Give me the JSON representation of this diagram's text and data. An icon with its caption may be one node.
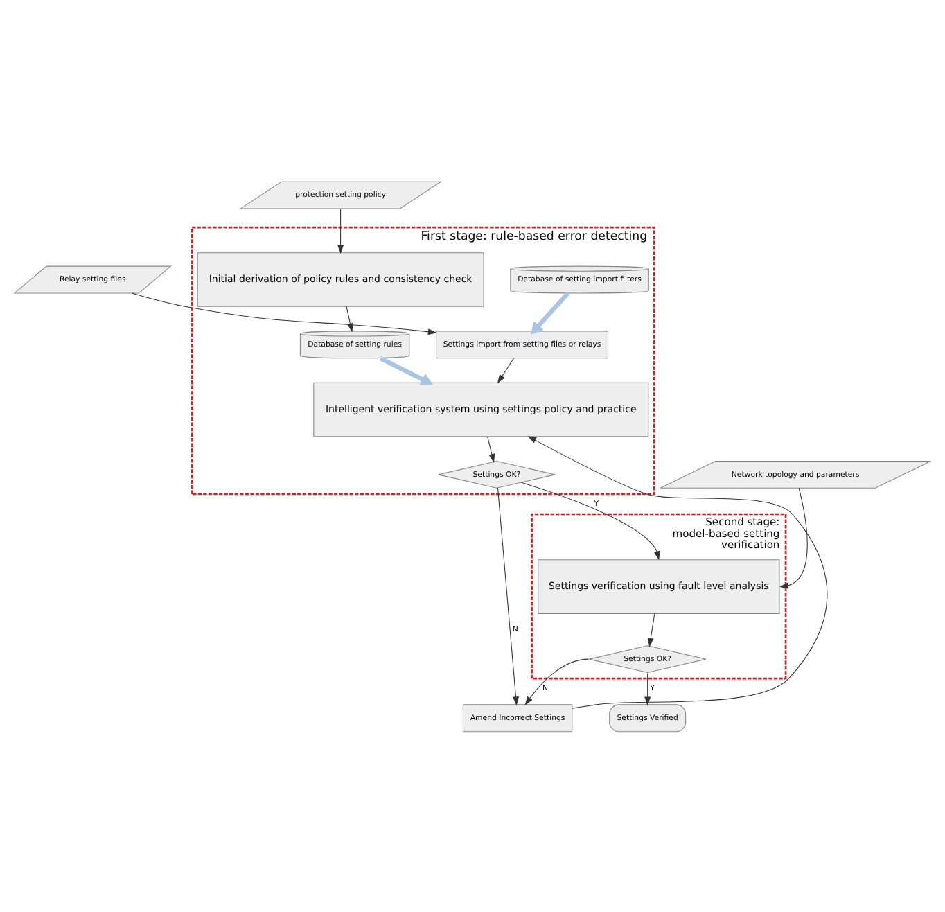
{
  "diagram": {
    "nodes": [
      {
        "text": [
          "Relay setting files"
        ]
      },
      {
        "text": [
          "First stage: rule-based error detecting"
        ]
      },
      {
        "text": [
          "Settings import from setting files or relays"
        ],
        "in": 1
      },
      {
        "text": [
          "Database of setting import filters"
        ],
        "in": 1
      },
      {
        "text": [
          "Amend Incorrect Settings"
        ]
      },
      {
        "text": [
          "Intelligent verification system using settings policy and practice"
        ],
        "in": 1
      },
      {
        "text": [
          "Database of setting rules"
        ],
        "in": 1
      },
      {
        "text": [
          "Settings OK?"
        ],
        "in": 1
      },
      {
        "text": [
          "Initial derivation of policy rules and consistency check"
        ],
        "in": 1
      },
      {
        "text": [
          "protection setting policy"
        ]
      },
      {
        "text": [
          "Second stage: model-based setting verification"
        ]
      },
      {
        "text": [
          "Settings verification using fault level analysis"
        ],
        "in": 10
      },
      {
        "text": [
          "Network topology and parameters"
        ]
      },
      {
        "text": [
          "Settings OK?"
        ],
        "in": 10
      },
      {
        "text": [
          "Settings Verified"
        ]
      }
    ],
    "edges": [
      {
        "from": 0,
        "to": 2,
        "arrow": "to"
      },
      {
        "from": 3,
        "to": 2,
        "arrow": "to",
        "style": "thick",
        "color": "#a9c4e4"
      },
      {
        "from": 2,
        "to": 5,
        "arrow": "to"
      },
      {
        "from": 6,
        "to": 5,
        "arrow": "to",
        "style": "thick",
        "color": "#a9c4e4"
      },
      {
        "from": 8,
        "to": 6,
        "arrow": "to"
      },
      {
        "from": 9,
        "to": 8,
        "arrow": "to"
      },
      {
        "from": 5,
        "to": 7,
        "arrow": "to"
      },
      {
        "from": 7,
        "to": 4,
        "arrow": "to",
        "label": "N"
      },
      {
        "from": 4,
        "to": 5,
        "arrow": "to"
      },
      {
        "from": 7,
        "to": 11,
        "arrow": "to",
        "label": "Y"
      },
      {
        "from": 12,
        "to": 11,
        "arrow": "to"
      },
      {
        "from": 11,
        "to": 13,
        "arrow": "to"
      },
      {
        "from": 13,
        "to": 4,
        "arrow": "to",
        "label": "N"
      },
      {
        "from": 13,
        "to": 14,
        "arrow": "to",
        "label": "Y"
      }
    ]
  }
}
